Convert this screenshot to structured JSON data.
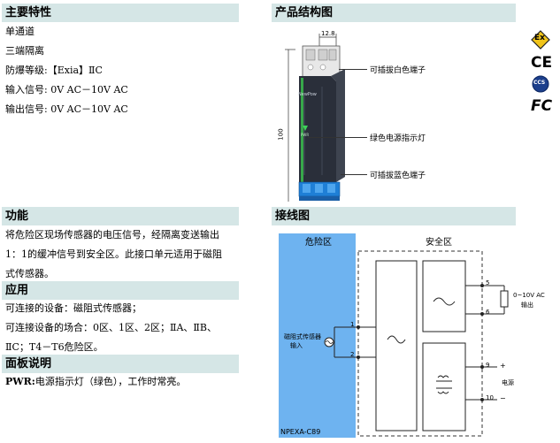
{
  "features": {
    "title": "主要特性",
    "items": [
      "单通道",
      "三端隔离",
      "防爆等级:【Exia】ⅡC",
      "输入信号: 0V AC－10V AC",
      "输出信号: 0V AC－10V AC"
    ]
  },
  "structure": {
    "title": "产品结构图",
    "dim_width": "12.8",
    "dim_height": "100",
    "labels": [
      "可插拔白色端子",
      "绿色电源指示灯",
      "可插拔蓝色端子"
    ],
    "device_brand": "NewPow",
    "device_led": "PWR"
  },
  "certs": [
    "Ex",
    "CE",
    "CCS",
    "FC"
  ],
  "function": {
    "title": "功能",
    "lines": [
      "将危险区现场传感器的电压信号，经隔离变送输出",
      "1：1的缓冲信号到安全区。此接口单元适用于磁阻",
      "式传感器。"
    ]
  },
  "application": {
    "title": "应用",
    "lines": [
      "可连接的设备：磁阻式传感器；",
      "可连接设备的场合：0区、1区、2区；ⅡA、ⅡB、",
      "ⅡC；T4－T6危险区。"
    ]
  },
  "panel": {
    "title": "面板说明",
    "pwr_key": "PWR:",
    "pwr_text": "电源指示灯（绿色），工作时常亮。"
  },
  "wiring": {
    "title": "接线图",
    "hazard_zone": "危险区",
    "safe_zone": "安全区",
    "sensor_line1": "磁阻式传感器",
    "sensor_line2": "输入",
    "terminals": {
      "t1": "1",
      "t2": "2",
      "t5": "5",
      "t6": "6",
      "t9": "9",
      "t10": "10"
    },
    "plus": "+",
    "minus": "−",
    "output_line1": "0~10V AC",
    "output_line2": "输出",
    "power_label": "电源",
    "model": "NPEXA-C89"
  }
}
